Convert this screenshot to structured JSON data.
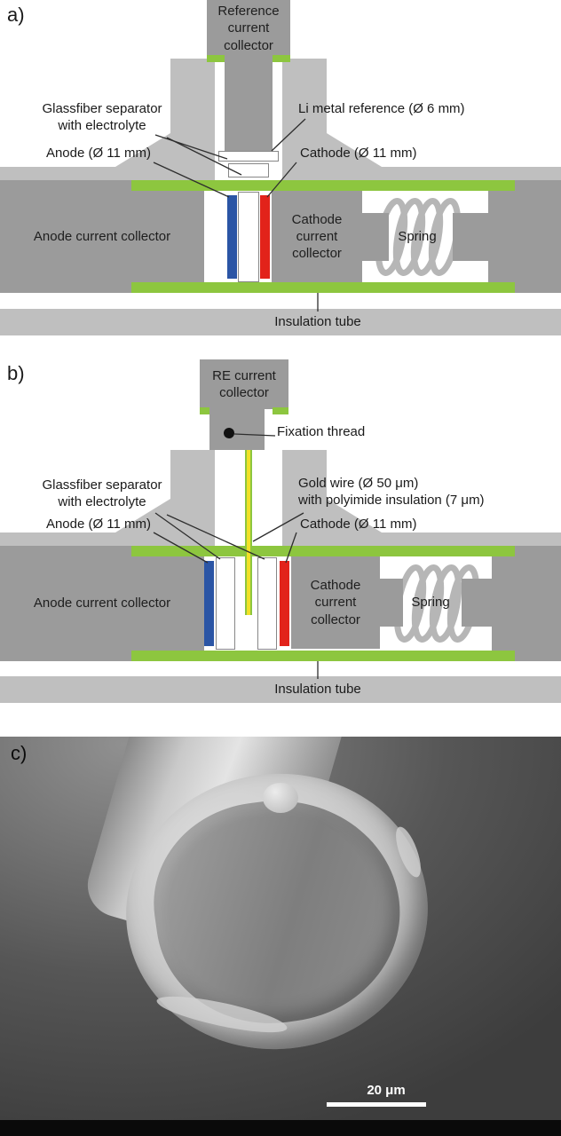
{
  "colors": {
    "housing_gray": "#bfbfbf",
    "collector_gray": "#9b9b9b",
    "insulation_green": "#8dc63f",
    "anode_blue": "#2b55a5",
    "cathode_red": "#e2231a",
    "gold_yellow": "#f2e126"
  },
  "panel_a": {
    "tag": "a)",
    "labels": {
      "reference_collector": "Reference current collector",
      "glassfiber_1": "Glassfiber separator",
      "glassfiber_2": "with electrolyte",
      "li_reference": "Li metal reference (Ø 6 mm)",
      "anode": "Anode (Ø 11 mm)",
      "cathode": "Cathode (Ø 11 mm)",
      "anode_collector": "Anode current collector",
      "cathode_collector": "Cathode current collector",
      "spring": "Spring",
      "insulation_tube": "Insulation tube"
    }
  },
  "panel_b": {
    "tag": "b)",
    "labels": {
      "re_collector": "RE current collector",
      "fixation_thread": "Fixation thread",
      "glassfiber_1": "Glassfiber separator",
      "glassfiber_2": "with electrolyte",
      "gold_wire_1": "Gold wire (Ø 50 μm)",
      "gold_wire_2": "with polyimide insulation (7 μm)",
      "anode": "Anode (Ø 11 mm)",
      "cathode": "Cathode (Ø 11 mm)",
      "anode_collector": "Anode current collector",
      "cathode_collector": "Cathode current collector",
      "spring": "Spring",
      "insulation_tube": "Insulation tube"
    }
  },
  "panel_c": {
    "tag": "c)",
    "scale_label": "20 μm"
  }
}
